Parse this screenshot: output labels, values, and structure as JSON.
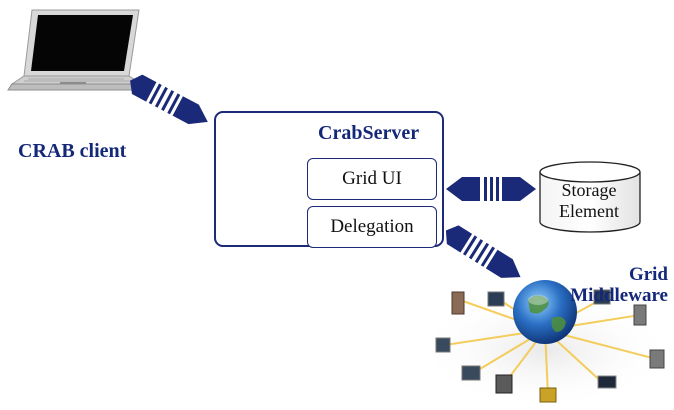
{
  "client": {
    "label": "CRAB client"
  },
  "server": {
    "title": "CrabServer",
    "components": [
      "Grid UI",
      "Delegation"
    ]
  },
  "storage": {
    "line1": "Storage",
    "line2": "Element"
  },
  "grid": {
    "line1": "Grid",
    "line2": "Middleware"
  },
  "colors": {
    "navy": "#14287a",
    "arrow": "#1b2a78",
    "globe": "#2b6fc4"
  }
}
